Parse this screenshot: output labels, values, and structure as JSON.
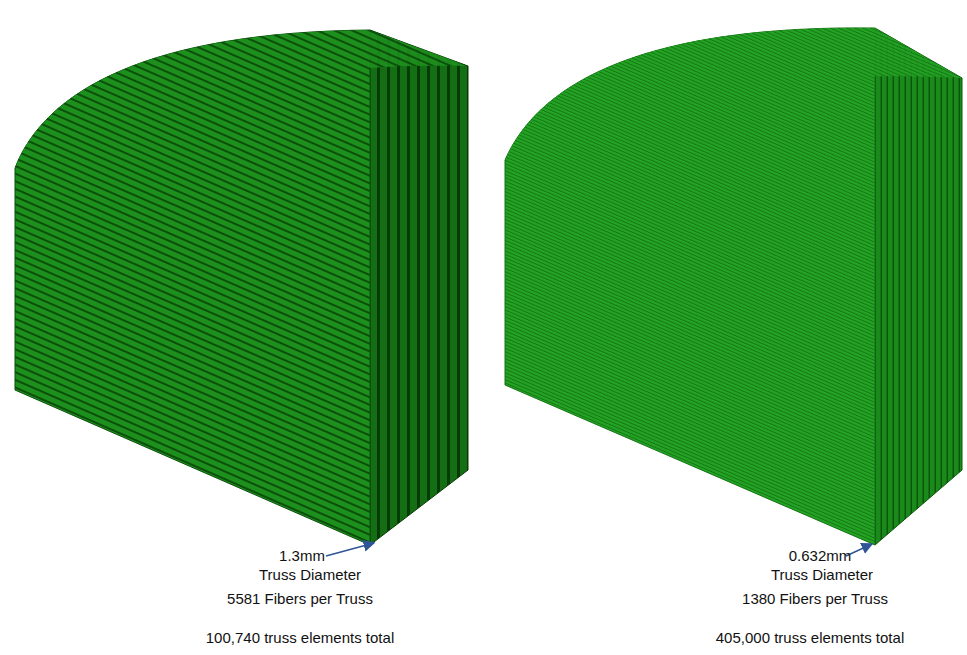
{
  "diagram": {
    "labels": [
      "1.3mm",
      "Truss Diameter",
      "5581 Fibers per Truss",
      "100,740 truss elements total",
      "0.632mm",
      "Truss Diameter",
      "1380 Fibers per Truss",
      "405,000 truss elements total"
    ]
  }
}
